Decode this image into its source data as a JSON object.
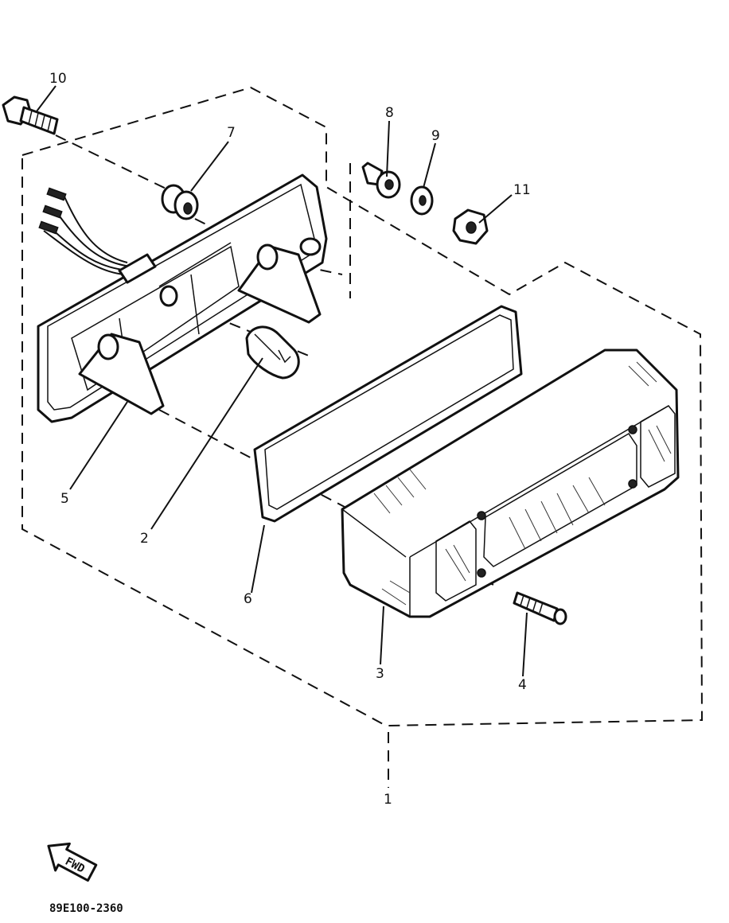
{
  "diagram": {
    "callouts": [
      {
        "id": "1",
        "label": "1"
      },
      {
        "id": "2",
        "label": "2"
      },
      {
        "id": "3",
        "label": "3"
      },
      {
        "id": "4",
        "label": "4"
      },
      {
        "id": "5",
        "label": "5"
      },
      {
        "id": "6",
        "label": "6"
      },
      {
        "id": "7",
        "label": "7"
      },
      {
        "id": "8",
        "label": "8"
      },
      {
        "id": "9",
        "label": "9"
      },
      {
        "id": "10",
        "label": "10"
      },
      {
        "id": "11",
        "label": "11"
      }
    ],
    "fwd_label": "FWD",
    "drawing_code": "89E100-2360"
  }
}
